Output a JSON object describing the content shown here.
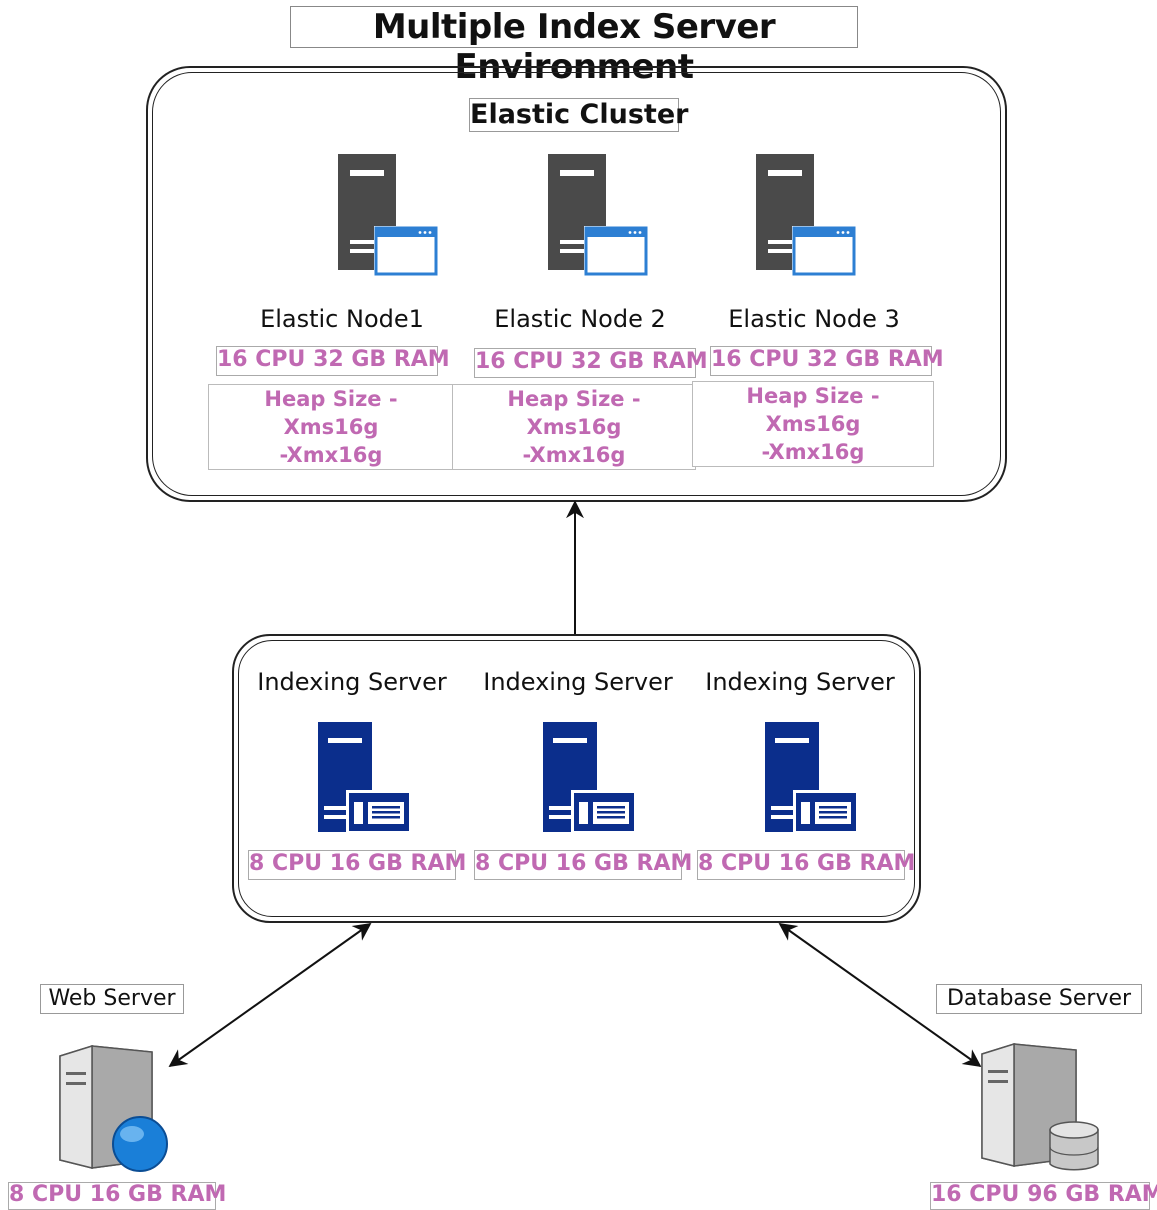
{
  "title": "Multiple Index Server Environment",
  "cluster": {
    "title": "Elastic Cluster",
    "nodes": [
      {
        "name": "Elastic Node1",
        "spec": "16 CPU 32 GB RAM",
        "heap": [
          "Heap Size -",
          "Xms16g",
          "-Xmx16g"
        ]
      },
      {
        "name": "Elastic Node 2",
        "spec": "16 CPU 32 GB RAM",
        "heap": [
          "Heap Size -",
          "Xms16g",
          "-Xmx16g"
        ]
      },
      {
        "name": "Elastic Node 3",
        "spec": "16 CPU 32 GB RAM",
        "heap": [
          "Heap Size -",
          "Xms16g",
          "-Xmx16g"
        ]
      }
    ]
  },
  "indexing": {
    "servers": [
      {
        "name": "Indexing Server",
        "spec": "8 CPU 16 GB RAM"
      },
      {
        "name": "Indexing Server",
        "spec": "8 CPU 16 GB RAM"
      },
      {
        "name": "Indexing Server",
        "spec": "8 CPU 16 GB RAM"
      }
    ]
  },
  "web": {
    "name": "Web Server",
    "spec": "8 CPU 16 GB RAM"
  },
  "database": {
    "name": "Database Server",
    "spec": "16 CPU 96 GB RAM"
  },
  "colors": {
    "spec_text": "#c069b2",
    "index_server": "#0b2e8c",
    "elastic_server": "#4a4a4a",
    "window_blue": "#2d7fd3"
  }
}
